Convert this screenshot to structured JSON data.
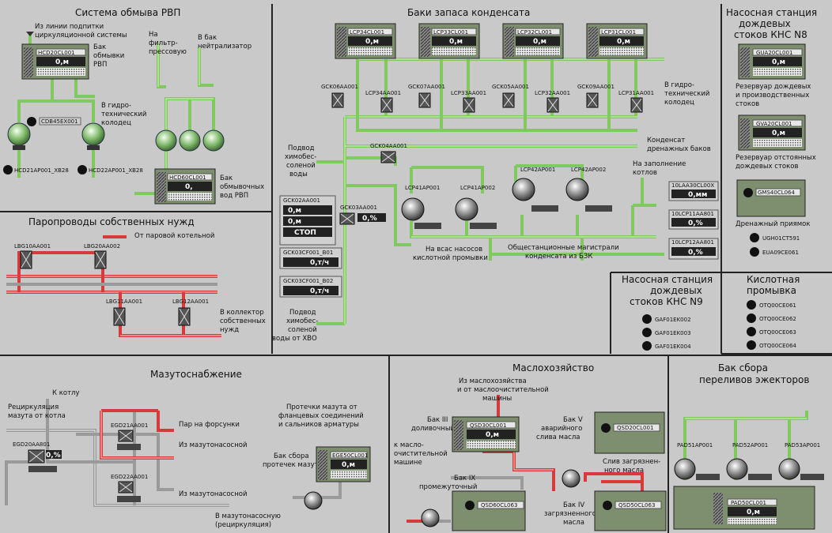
{
  "panels": {
    "rvp_wash": "Система обмыва РВП",
    "condensate_tanks": "Баки запаса конденсата",
    "kns8": [
      "Насосная станция",
      "дождевых",
      "стоков КНС N8"
    ],
    "steam_lines": "Паропроводы собственных нужд",
    "kns9": [
      "Насосная станция",
      "дождевых",
      "стоков КНС N9"
    ],
    "acid_wash": [
      "Кислотная",
      "промывка"
    ],
    "fuel_oil": "Мазутоснабжение",
    "oil_facility": "Маслохозяйство",
    "ejector_tank": [
      "Бак сбора",
      "переливов эжекторов"
    ]
  },
  "rvp": {
    "from_circ": [
      "Из линии подпитки",
      "циркуляционной системы"
    ],
    "tank_label": [
      "Бак",
      "обмывки",
      "РВП"
    ],
    "to_hydro": [
      "В гидро-",
      "технический",
      "колодец"
    ],
    "to_filter": [
      "На",
      "фильтр-",
      "прессовую"
    ],
    "to_neutral": [
      "В бак",
      "нейтрализатор"
    ],
    "water_tank": [
      "Бак",
      "обмывочных",
      "вод РВП"
    ],
    "tank1_tag": "HCD20CL001",
    "tank1_value": "0,м",
    "tank2_tag": "HCD60CL001",
    "tank2_value": "0,",
    "valve_tag": "CDB45EX001",
    "pump1_tag": "HCD21AP001_XB28",
    "pump2_tag": "HCD22AP001_XB28"
  },
  "cond": {
    "tanks": [
      {
        "tag": "LCP34CL001",
        "value": "0,м"
      },
      {
        "tag": "LCP33CL001",
        "value": "0,м"
      },
      {
        "tag": "LCP32CL001",
        "value": "0,м"
      },
      {
        "tag": "LCP31CL001",
        "value": "0,м"
      }
    ],
    "valves": [
      "GCK06AA001",
      "LCP34AA001",
      "GCK07AA001",
      "LCP33AA001",
      "GCK05AA001",
      "LCP32AA001",
      "GCK09AA001",
      "LCP31AA001"
    ],
    "to_hydro": [
      "В гидро-",
      "технический",
      "колодец"
    ],
    "drain_cond": [
      "Конденсат",
      "дренажных баков"
    ],
    "fill_boilers": [
      "На заполнение",
      "котлов"
    ],
    "chem_water_in": [
      "Подвод",
      "химобес-",
      "соленой",
      "воды"
    ],
    "chem_water_x00": [
      "Подвод",
      "химобес-",
      "соленой",
      "воды от ХВО"
    ],
    "gck04": "GCK04AA001",
    "gck03": "GCK03AA001",
    "gck03_value": "0,%",
    "gck02_tag": "GCK02AA001",
    "gck02_vals": [
      "0,м",
      "0,м",
      "СТОП"
    ],
    "flow1_tag": "GCK03CF001_B01",
    "flow1_value": "0,т/ч",
    "flow2_tag": "GCK03CF001_B02",
    "flow2_value": "0,т/ч",
    "pumps": [
      "LCP41AP001",
      "LCP41AP002",
      "LCP42AP001",
      "LCP42AP002"
    ],
    "acid_pumps": [
      "На всас насосов",
      "кислотной промывки"
    ],
    "common_mag": [
      "Общестанционные магистрали",
      "конденсата из БЗК"
    ],
    "lev1_tag": "10LAA30CL00X",
    "lev1_value": "0,мм",
    "lev2_tag": "10LCP11AA801",
    "lev2_value": "0,%",
    "lev3_tag": "10LCP12AA801",
    "lev3_value": "0,%"
  },
  "kns8": {
    "tank1_tag": "GUA20CL001",
    "tank1_value": "0,м",
    "tank1_label": [
      "Резервуар дождевых",
      "и производственных",
      "стоков"
    ],
    "tank2_tag": "GVA20CL001",
    "tank2_value": "0,м",
    "tank2_label": [
      "Резервуар отстоянных",
      "дождевых стоков"
    ],
    "gms_tag": "GMS40CL064",
    "drain_pit": "Дренажный приямок",
    "ugh": "UGH01CT591",
    "eua": "EUA09CE061"
  },
  "steam": {
    "from_boiler": "От паровой котельной",
    "to_collector": [
      "В коллектор",
      "собственных",
      "нужд"
    ],
    "valves": [
      "LBG10AA001",
      "LBG20AA002",
      "LBG11AA001",
      "LBG12AA001"
    ]
  },
  "kns9": {
    "items": [
      "GAF01EK002",
      "GAF01EK003",
      "GAF01EK004"
    ]
  },
  "acid": {
    "items": [
      "OTQ00CE061",
      "OTQ00CE062",
      "OTQ00CE063",
      "OTQ00CE064"
    ]
  },
  "fuel": {
    "to_boiler": "К котлу",
    "recirc": [
      "Рециркуляция",
      "мазута от котла"
    ],
    "egd_main": "EGD20AA801",
    "egd_main_value": "0,%",
    "egd21": "EGD21AA001",
    "egd22": "EGD22AA001",
    "steam_nozzles": "Пар на форсунки",
    "from_pump1": "Из мазутонасосной",
    "from_pump2": "Из мазутонасосной",
    "leaks": [
      "Протечки мазута от",
      "фланцевых соединений",
      "и сальников арматуры"
    ],
    "leak_tank": [
      "Бак сбора",
      "протечек мазута"
    ],
    "leak_tag": "EGE50CL001",
    "leak_value": "0,м",
    "to_pump": [
      "В мазутонасосную",
      "(рециркуляция)"
    ]
  },
  "oil": {
    "from_oil": [
      "Из маслохозяйства",
      "и от маслоочистительной",
      "машины"
    ],
    "tank3": [
      "Бак III",
      "доливочный"
    ],
    "tank3_tag": "QSD30CL001",
    "tank3_value": "0,м",
    "to_machine": [
      "к масло-",
      "очистительной",
      "машине"
    ],
    "tank5": [
      "Бак V",
      "аварийного",
      "слива масла"
    ],
    "tank5_tag": "QSD20CL001",
    "dirty_drain": [
      "Слив загрязнен-",
      "ного масла"
    ],
    "tank9": [
      "Бак IX",
      "промежуточный"
    ],
    "tank9_tag": "QSD60CL063",
    "tank4": [
      "Бак IV",
      "загрязненного",
      "масла"
    ],
    "tank4_tag": "QSD50CL063"
  },
  "ejector": {
    "pumps": [
      "PAD51AP001",
      "PAD52AP001",
      "PAD53AP001"
    ],
    "tank_tag": "PAD50CL001",
    "tank_value": "0,м"
  }
}
